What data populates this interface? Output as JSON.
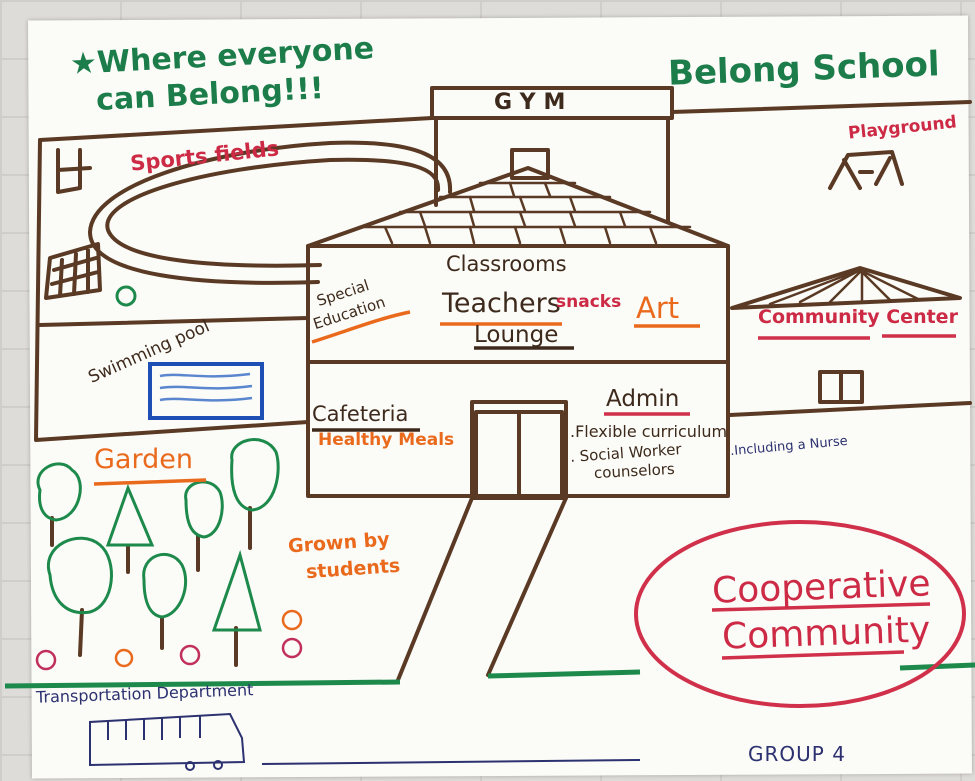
{
  "header": {
    "motto_line1": "★Where everyone",
    "motto_line2": "can Belong!!!",
    "school_name": "Belong School"
  },
  "building": {
    "gym": "GYM",
    "classrooms": "Classrooms",
    "special_ed_line1": "Special",
    "special_ed_line2": "Education",
    "teachers": "Teachers",
    "snacks": "snacks",
    "lounge": "Lounge",
    "art": "Art",
    "cafeteria": "Cafeteria",
    "healthy_meals": "Healthy Meals",
    "admin": "Admin",
    "admin_items": [
      ".Flexible curriculum",
      ". Social Worker",
      "counselors"
    ],
    "nurse_note": ".Including a Nurse"
  },
  "grounds": {
    "sports_fields": "Sports fields",
    "playground": "Playground",
    "community_center": "Community Center",
    "swimming_pool": "Swimming pool",
    "garden": "Garden",
    "grown_by_line1": "Grown by",
    "grown_by_line2": "students",
    "cooperative_line1": "Cooperative",
    "cooperative_line2": "Community"
  },
  "footer": {
    "transportation": "Transportation Department",
    "group": "GROUP 4"
  },
  "colors": {
    "green": "#1c7d4b",
    "red": "#cc2a45",
    "orange": "#ea6a1d",
    "brown": "#5a3a24",
    "blue": "#1d4fb5"
  }
}
